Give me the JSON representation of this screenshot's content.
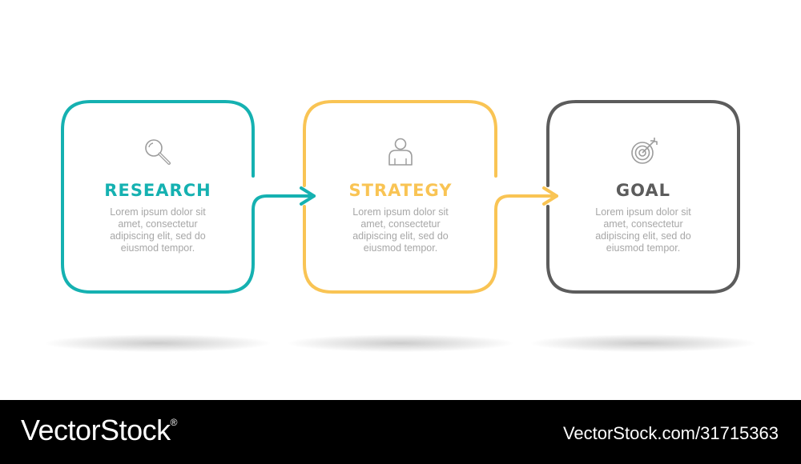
{
  "colors": {
    "research": "#15b1b1",
    "strategy": "#f9c454",
    "goal": "#5c5c5c",
    "description": "#a7a7a7"
  },
  "steps": [
    {
      "title": "RESEARCH",
      "icon": "search-icon",
      "description": [
        "Lorem ipsum dolor sit",
        "amet, consectetur",
        "adipiscing elit, sed do",
        "eiusmod tempor."
      ]
    },
    {
      "title": "STRATEGY",
      "icon": "user-icon",
      "description": [
        "Lorem ipsum dolor sit",
        "amet, consectetur",
        "adipiscing elit, sed do",
        "eiusmod tempor."
      ]
    },
    {
      "title": "GOAL",
      "icon": "target-icon",
      "description": [
        "Lorem ipsum dolor sit",
        "amet, consectetur",
        "adipiscing elit, sed do",
        "eiusmod tempor."
      ]
    }
  ],
  "footer": {
    "brand": "VectorStock",
    "registered": "®",
    "credit": "VectorStock.com/31715363"
  }
}
